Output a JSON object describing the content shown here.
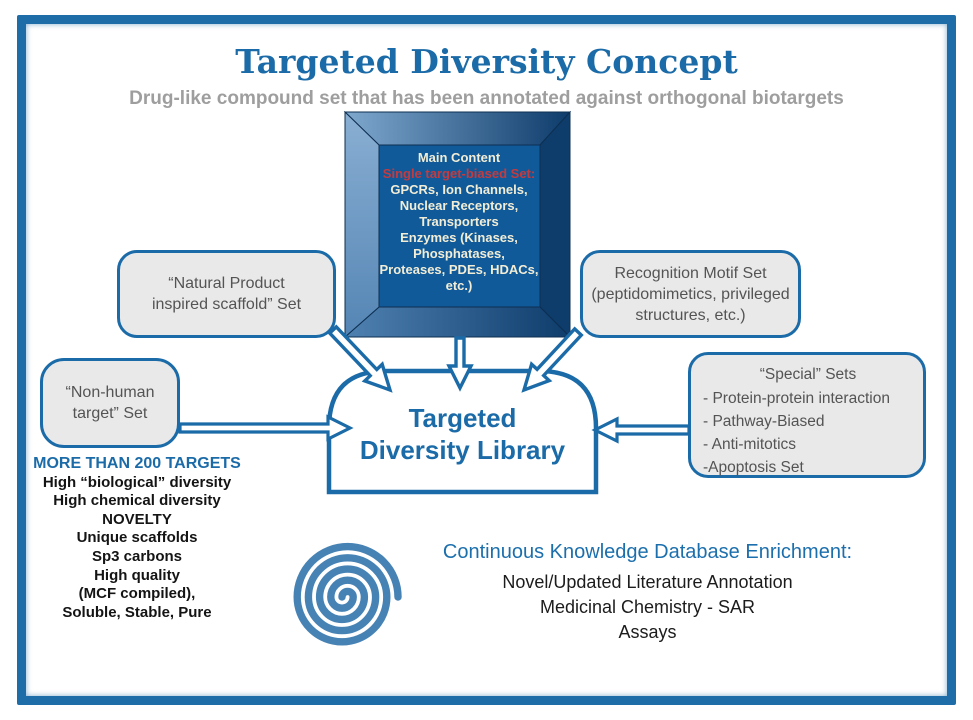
{
  "slide": {
    "title": "Targeted Diversity Concept",
    "subtitle": "Drug-like compound set that has been annotated against orthogonal biotargets"
  },
  "colors": {
    "accent_blue": "#1B6BA8",
    "title_blue": "#1B6BA8",
    "subtitle_gray": "#9E9E9E",
    "panel_blue": "#115A99",
    "bevel_light": "#7FA8CE",
    "bevel_dark": "#0E3C6B",
    "box_fill": "#E9E9E9",
    "box_text_gray": "#545454",
    "cream_text": "#F2EDD6",
    "red_text": "#C43B3F",
    "spiral_blue": "#4682B4"
  },
  "main_box": {
    "title": "Main Content",
    "highlight": "Single target-biased Set:",
    "lines": [
      "GPCRs, Ion Channels,",
      "Nuclear Receptors,",
      "Transporters",
      "Enzymes (Kinases,",
      "Phosphatases,",
      "Proteases, PDEs, HDACs,",
      "etc.)"
    ]
  },
  "boxes": {
    "natural_product": {
      "line1": "“Natural Product",
      "line2": "inspired scaffold” Set"
    },
    "recognition": {
      "line1": "Recognition Motif Set",
      "line2": "(peptidomimetics, privileged",
      "line3": "structures, etc.)"
    },
    "non_human": {
      "line1": "“Non-human",
      "line2": "target” Set"
    },
    "special": {
      "title": "“Special” Sets",
      "items": [
        "- Protein-protein interaction",
        "- Pathway-Biased",
        "- Anti-mitotics",
        "-Apoptosis Set"
      ]
    }
  },
  "library": {
    "line1": "Targeted",
    "line2": "Diversity Library"
  },
  "facts": {
    "heading": "MORE THAN 200 TARGETS",
    "lines": [
      "High “biological” diversity",
      "High chemical diversity",
      "NOVELTY",
      "Unique scaffolds",
      "Sp3 carbons",
      "High quality",
      "(MCF compiled),",
      "Soluble, Stable, Pure"
    ]
  },
  "enrichment": {
    "heading": "Continuous Knowledge Database Enrichment:",
    "lines": [
      "Novel/Updated Literature Annotation",
      "Medicinal Chemistry - SAR",
      "Assays"
    ]
  }
}
